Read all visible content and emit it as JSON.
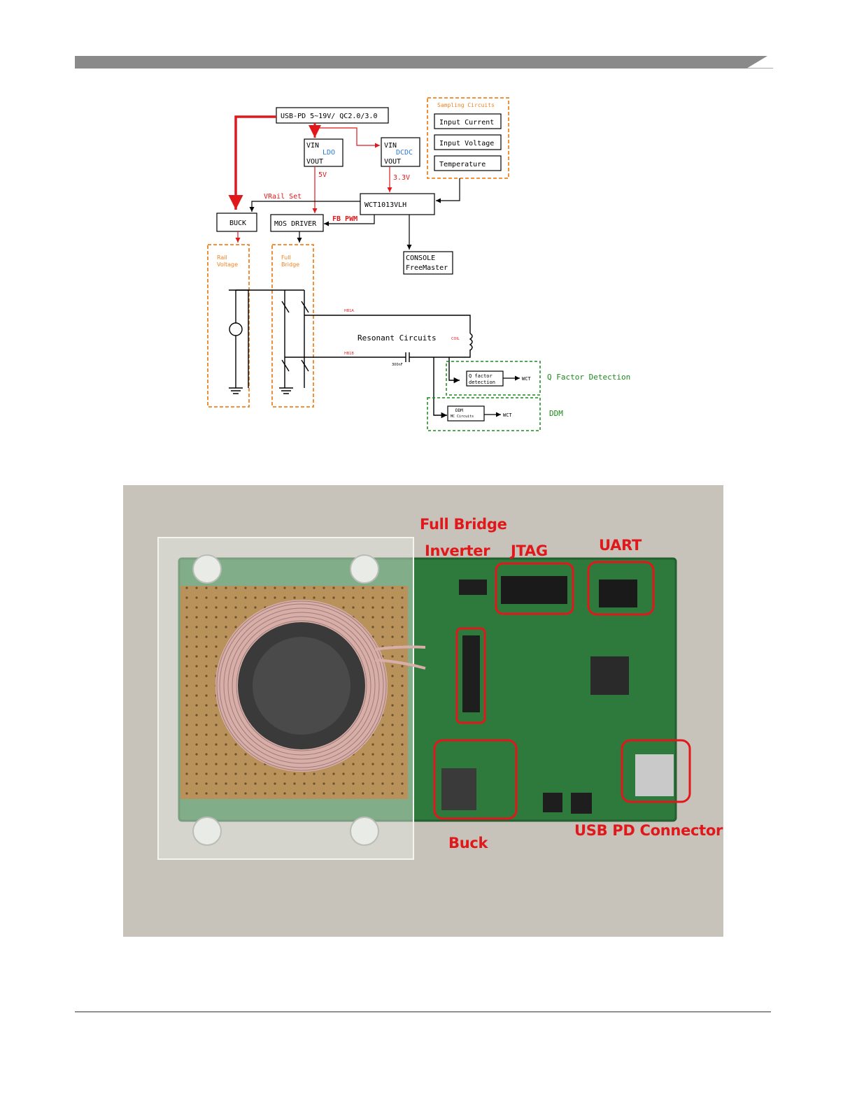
{
  "diagram": {
    "usb_pd": "USB-PD 5~19V/ QC2.0/3.0",
    "ldo": {
      "vin": "VIN",
      "vout": "VOUT",
      "name": "LDO",
      "out": "5V"
    },
    "dcdc": {
      "vin": "VIN",
      "vout": "VOUT",
      "name": "DCDC",
      "out": "3.3V"
    },
    "sampling": {
      "title": "Sampling Circuits",
      "items": [
        "Input Current",
        "Input Voltage",
        "Temperature"
      ]
    },
    "wct": "WCT1013VLH",
    "vrail_set": "VRail Set",
    "buck": "BUCK",
    "mos_driver": "MOS DRIVER",
    "fb_pwm": "FB PWM",
    "console": [
      "CONSOLE",
      "FreeMaster"
    ],
    "rail_voltage": [
      "Rail",
      "Voltage"
    ],
    "full_bridge": [
      "Full",
      "Bridge"
    ],
    "resonant": "Resonant Circuits",
    "hb1a": "HB1A",
    "hb1b": "HB1B",
    "coil": "COIL",
    "cap": "300nF",
    "q_factor_box": [
      "Q factor",
      "detection"
    ],
    "wct_q": "WCT",
    "q_factor_label": "Q Factor Detection",
    "ddm_box": [
      "DDM",
      "MC Circuits"
    ],
    "wct_ddm": "WCT",
    "ddm_label": "DDM"
  },
  "photo": {
    "labels": {
      "full_bridge": "Full Bridge",
      "inverter": "Inverter",
      "jtag": "JTAG",
      "uart": "UART",
      "buck": "Buck",
      "usb_pd": "USB PD Connector"
    }
  },
  "colors": {
    "red": "#e0181b",
    "orange": "#f0821e",
    "green": "#1a8a1a",
    "blue": "#2b7bd4",
    "pcb": "#2e7a3c"
  }
}
